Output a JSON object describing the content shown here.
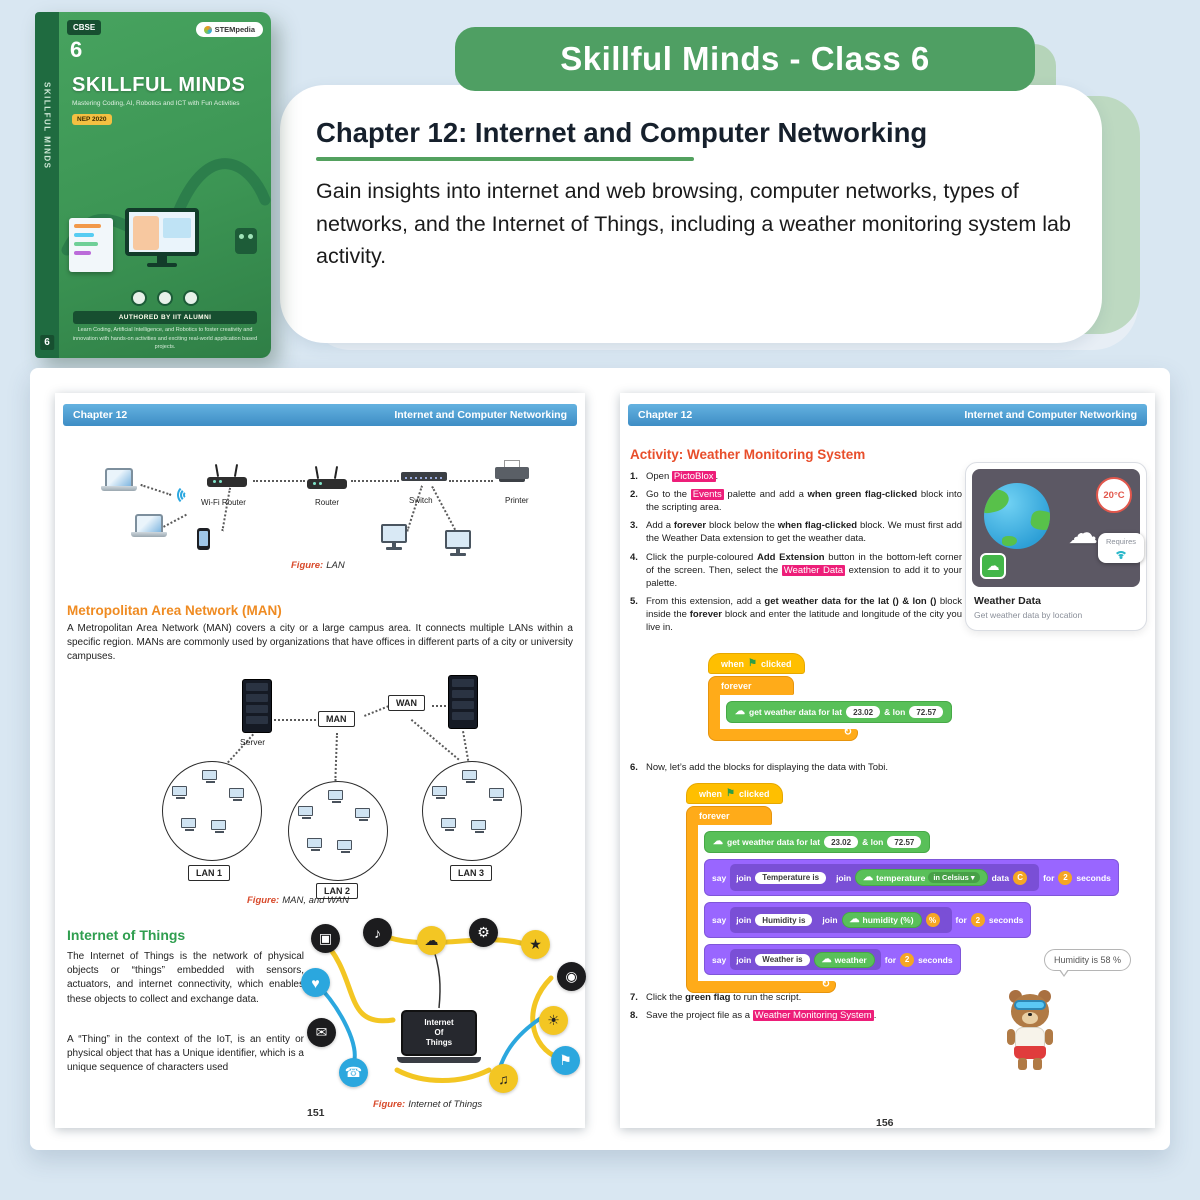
{
  "colors": {
    "accent_green": "#4f9f63",
    "header_blue": "#4a9fd6",
    "highlight_pink": "#ED1E79",
    "block_yellow": "#FFBF00",
    "block_orange": "#FFAB19",
    "block_green": "#59C059",
    "block_purple": "#9966FF"
  },
  "banner": {
    "title": "Skillful Minds - Class 6"
  },
  "intro_card": {
    "title": "Chapter 12: Internet and Computer Networking",
    "description": "Gain insights into internet and web browsing, computer networks, types of networks, and the Internet of Things, including a weather monitoring system lab activity."
  },
  "book_cover": {
    "board": "CBSE",
    "grade": "6",
    "title": "SKILLFUL MINDS",
    "subtitle": "Mastering Coding, AI, Robotics and ICT with Fun Activities",
    "brand": "STEMpedia",
    "nep_badge": "NEP 2020",
    "footer_bar": "AUTHORED BY IIT ALUMNI",
    "footer_note": "Learn Coding, Artificial Intelligence, and Robotics to foster creativity and innovation with hands-on activities and exciting real-world application based projects.",
    "spine_title": "SKILLFUL MINDS",
    "spine_grade": "6"
  },
  "left_page": {
    "header_left": "Chapter 12",
    "header_right": "Internet and Computer Networking",
    "lan_figure": {
      "wifi_router_label": "Wi-Fi Router",
      "router_label": "Router",
      "switch_label": "Switch",
      "printer_label": "Printer",
      "caption_prefix": "Figure:",
      "caption": "LAN"
    },
    "man_section": {
      "heading": "Metropolitan Area Network (MAN)",
      "body": "A Metropolitan Area Network (MAN) covers a city or a large campus area. It connects multiple LANs within a specific region. MANs are commonly used by organizations that have offices in different parts of a city or university campuses."
    },
    "man_figure": {
      "server_label": "Server",
      "man_label": "MAN",
      "wan_label": "WAN",
      "lan1_label": "LAN 1",
      "lan2_label": "LAN 2",
      "lan3_label": "LAN 3",
      "caption_prefix": "Figure:",
      "caption": "MAN, and WAN"
    },
    "iot_section": {
      "heading": "Internet of Things",
      "body1": "The Internet of Things is the network of physical objects or “things” embedded with sensors, actuators, and internet connectivity, which enables these objects to collect and exchange data.",
      "body2": "A “Thing” in the context of the IoT, is an entity or physical object that has a Unique identifier, which is a unique sequence of characters used"
    },
    "iot_figure": {
      "center_line1": "Internet",
      "center_line2": "Of",
      "center_line3": "Things",
      "icons": [
        "▣",
        "♪",
        "☁",
        "⚙",
        "★",
        "◉",
        "♥",
        "✉",
        "☎",
        "☀",
        "⚑",
        "♫"
      ],
      "caption_prefix": "Figure:",
      "caption": "Internet of Things"
    },
    "page_number": "151"
  },
  "right_page": {
    "header_left": "Chapter 12",
    "header_right": "Internet and Computer Networking",
    "activity_heading": "Activity: Weather Monitoring System",
    "steps": [
      {
        "num": "1.",
        "segments": [
          {
            "text": "Open "
          },
          {
            "text": "PictoBlox",
            "style": "hl"
          },
          {
            "text": "."
          }
        ]
      },
      {
        "num": "2.",
        "segments": [
          {
            "text": "Go to the "
          },
          {
            "text": "Events",
            "style": "hl"
          },
          {
            "text": " palette and add a "
          },
          {
            "text": "when green flag-clicked",
            "style": "b"
          },
          {
            "text": " block into the scripting area."
          }
        ]
      },
      {
        "num": "3.",
        "segments": [
          {
            "text": "Add a "
          },
          {
            "text": "forever",
            "style": "b"
          },
          {
            "text": " block below the "
          },
          {
            "text": "when flag-clicked",
            "style": "b"
          },
          {
            "text": " block. We must first add the Weather Data extension to get the weather data."
          }
        ]
      },
      {
        "num": "4.",
        "segments": [
          {
            "text": "Click the purple-coloured "
          },
          {
            "text": "Add Extension",
            "style": "b"
          },
          {
            "text": " button in the bottom-left corner of the screen. Then, select the "
          },
          {
            "text": "Weather Data",
            "style": "hl"
          },
          {
            "text": " extension to add it to your palette."
          }
        ]
      },
      {
        "num": "5.",
        "segments": [
          {
            "text": "From this extension, add a "
          },
          {
            "text": "get weather data for the lat () & lon ()",
            "style": "b"
          },
          {
            "text": " block inside the "
          },
          {
            "text": "forever",
            "style": "b"
          },
          {
            "text": " block and enter the latitude and longitude of the city you live in."
          }
        ]
      },
      {
        "num": "6.",
        "segments": [
          {
            "text": "Now, let’s add the blocks for displaying the data with Tobi."
          }
        ]
      },
      {
        "num": "7.",
        "segments": [
          {
            "text": "Click the "
          },
          {
            "text": "green flag",
            "style": "b"
          },
          {
            "text": " to run the script."
          }
        ]
      },
      {
        "num": "8.",
        "segments": [
          {
            "text": "Save the project file as a "
          },
          {
            "text": "Weather Monitoring System",
            "style": "hl"
          },
          {
            "text": "."
          }
        ]
      }
    ],
    "extension_card": {
      "temp_badge": "20°C",
      "requires": "Requires",
      "title": "Weather Data",
      "subtitle": "Get weather data by location"
    },
    "script1": {
      "when": "when",
      "clicked": "clicked",
      "forever": "forever",
      "weather": {
        "label1": "get weather data for lat",
        "lat": "23.02",
        "label2": "& lon",
        "lon": "72.57"
      }
    },
    "script2": {
      "when": "when",
      "clicked": "clicked",
      "forever": "forever",
      "weather": {
        "label1": "get weather data for lat",
        "lat": "23.02",
        "label2": "& lon",
        "lon": "72.57"
      },
      "rows": [
        {
          "say": "say",
          "join1": "join",
          "arg1": "Temperature is",
          "join2": "join",
          "reporter": "temperature",
          "dropdown": "in Celsius ▾",
          "data_word": "data",
          "unit": "C",
          "for_word": "for",
          "secs": "2",
          "seconds_word": "seconds"
        },
        {
          "say": "say",
          "join1": "join",
          "arg1": "Humidity is",
          "join2": "join",
          "reporter": "humidity (%)",
          "unit": "%",
          "for_word": "for",
          "secs": "2",
          "seconds_word": "seconds"
        },
        {
          "say": "say",
          "join1": "join",
          "arg1": "Weather is",
          "reporter": "weather",
          "for_word": "for",
          "secs": "2",
          "seconds_word": "seconds"
        }
      ]
    },
    "tobi_bubble": "Humidity is 58 %",
    "page_number": "156"
  }
}
